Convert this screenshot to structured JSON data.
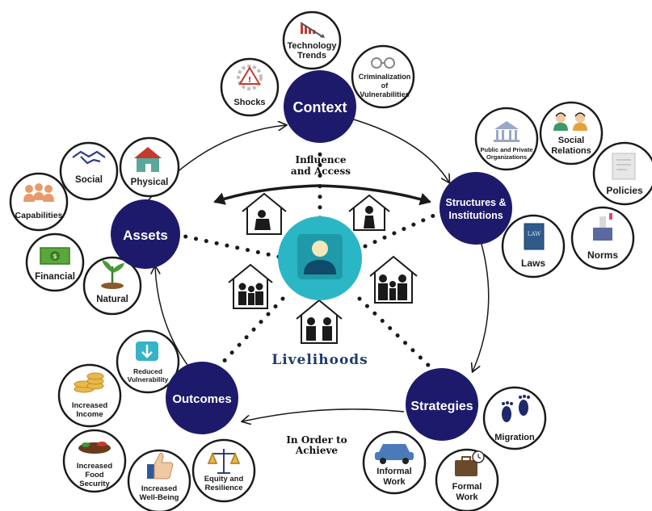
{
  "colors": {
    "hub": "#1e1a6b",
    "center": "#2bb6c6",
    "edge": "#1a1a1a",
    "satellite_stroke": "#1a1a1a"
  },
  "center": {
    "label": "Livelihoods"
  },
  "hubs": {
    "context": {
      "label": "Context"
    },
    "structures": {
      "label_line1": "Structures &",
      "label_line2": "Institutions"
    },
    "strategies": {
      "label": "Strategies"
    },
    "outcomes": {
      "label": "Outcomes"
    },
    "assets": {
      "label": "Assets"
    }
  },
  "edges": {
    "influence": {
      "line1": "Influence",
      "line2": "and Access"
    },
    "achieve": {
      "line1": "In Order to",
      "line2": "Achieve"
    }
  },
  "satellites": {
    "technology_trends": {
      "line1": "Technology",
      "line2": "Trends"
    },
    "shocks": {
      "line1": "Shocks"
    },
    "criminalization": {
      "line1": "Criminalization",
      "line2": "of",
      "line3": "Vulnerabilities"
    },
    "public_private": {
      "line1": "Public and Private",
      "line2": "Organizations"
    },
    "social_relations": {
      "line1": "Social",
      "line2": "Relations"
    },
    "policies": {
      "line1": "Policies"
    },
    "laws": {
      "line1": "Laws"
    },
    "norms": {
      "line1": "Norms"
    },
    "migration": {
      "line1": "Migration"
    },
    "informal_work": {
      "line1": "Informal",
      "line2": "Work"
    },
    "formal_work": {
      "line1": "Formal",
      "line2": "Work"
    },
    "reduced_vulnerability": {
      "line1": "Reduced",
      "line2": "Vulnerability"
    },
    "increased_income": {
      "line1": "Increased",
      "line2": "Income"
    },
    "increased_food_security": {
      "line1": "Increased",
      "line2": "Food",
      "line3": "Security"
    },
    "increased_wellbeing": {
      "line1": "Increased",
      "line2": "Well-Being"
    },
    "equity_resilience": {
      "line1": "Equity and",
      "line2": "Resilience"
    },
    "social": {
      "line1": "Social"
    },
    "physical": {
      "line1": "Physical"
    },
    "capabilities": {
      "line1": "Capabilities"
    },
    "financial": {
      "line1": "Financial"
    },
    "natural": {
      "line1": "Natural"
    }
  }
}
